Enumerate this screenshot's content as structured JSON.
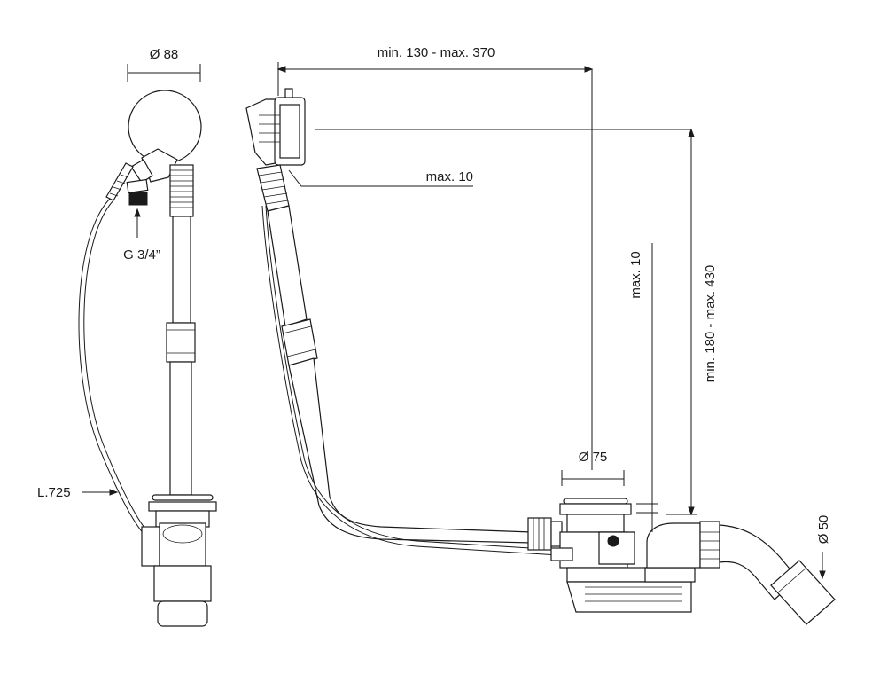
{
  "labels": {
    "diameter_88": "Ø 88",
    "thread": "G 3/4”",
    "cable_length": "L.725",
    "adjust_range": "min. 130 - max. 370",
    "max_10_top": "max. 10",
    "max_10_side": "max. 10",
    "height_range": "min. 180 - max. 430",
    "diameter_75": "Ø 75",
    "diameter_50": "Ø 50"
  },
  "colors": {
    "line": "#1a1a1a",
    "background": "#ffffff"
  }
}
